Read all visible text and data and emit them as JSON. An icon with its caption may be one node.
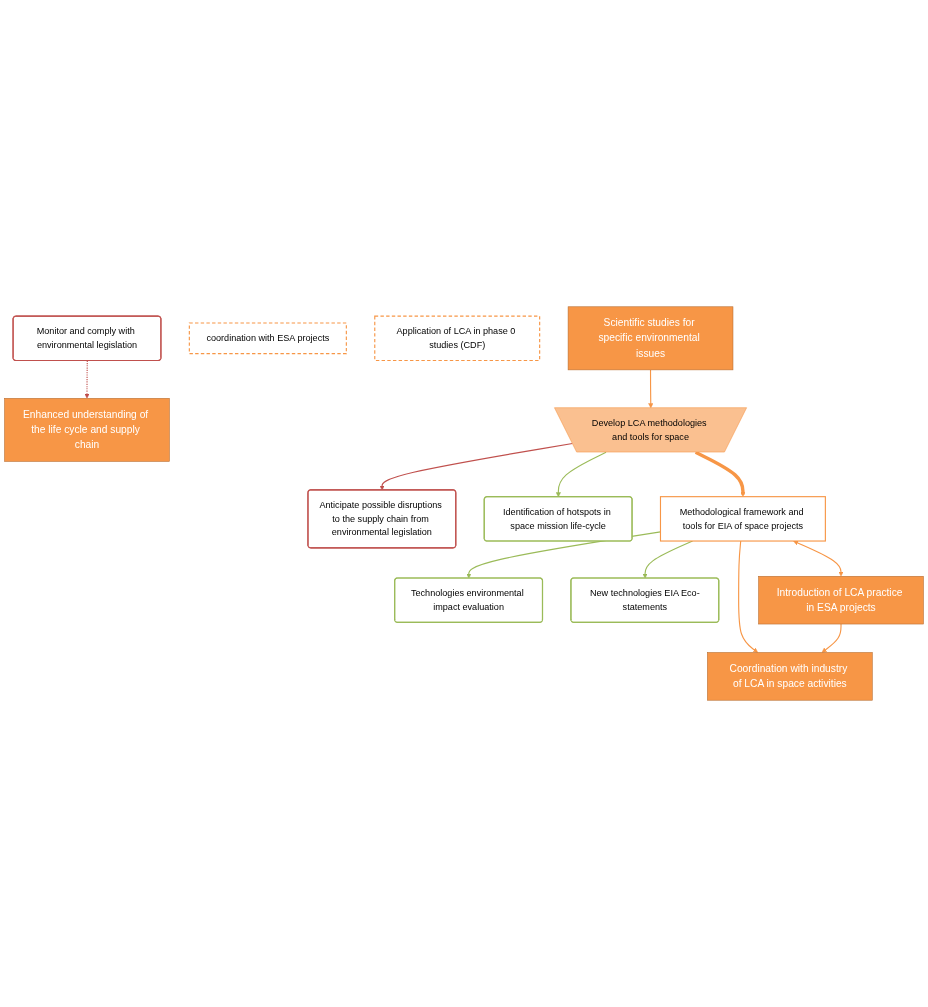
{
  "diagram": {
    "nodes": [
      {
        "text": [
          "Monitor and comply with environmental legislation"
        ]
      },
      {
        "text": [
          "Enhanced understanding of the life cycle and supply chain"
        ]
      },
      {
        "text": [
          "Anticipate possible disruptions to the supply chain from environmental legislation"
        ]
      },
      {
        "text": [
          "Develop LCA methodologies and tools for space"
        ]
      },
      {
        "text": [
          "coordination with ESA projects"
        ]
      },
      {
        "text": [
          "Application of LCA in phase 0 studies (CDF)"
        ]
      },
      {
        "text": [
          "Scientific studies for specific environmental issues"
        ]
      },
      {
        "text": [
          "Identification of hotspots in space mission life-cycle"
        ]
      },
      {
        "text": [
          "Technologies environmental impact evaluation"
        ]
      },
      {
        "text": [
          "Methodological framework and tools for EIA of space projects"
        ]
      },
      {
        "text": [
          "New technologies EIA Eco-statements"
        ]
      },
      {
        "text": [
          "Introduction of LCA practice in ESA projects"
        ]
      },
      {
        "text": [
          "Coordination with industry of LCA in space activities"
        ]
      }
    ],
    "edges": [
      {
        "from": 0,
        "to": 1,
        "arrow": "to",
        "style": "dashed",
        "color": "#c0504d"
      },
      {
        "from": 3,
        "to": 2,
        "arrow": "to",
        "color": "#c0504d"
      },
      {
        "from": 6,
        "to": 3,
        "arrow": "to"
      },
      {
        "from": 3,
        "to": 7,
        "arrow": "to",
        "color": "#9bbb59"
      },
      {
        "from": 3,
        "to": 9,
        "arrow": "to",
        "style": "thick"
      },
      {
        "from": 9,
        "to": 8,
        "arrow": "to",
        "color": "#9bbb59"
      },
      {
        "from": 9,
        "to": 10,
        "arrow": "to",
        "color": "#9bbb59"
      },
      {
        "from": 9,
        "to": 11,
        "arrow": "both"
      },
      {
        "from": 9,
        "to": 12,
        "arrow": "to"
      },
      {
        "from": 11,
        "to": 12,
        "arrow": "to"
      }
    ]
  }
}
